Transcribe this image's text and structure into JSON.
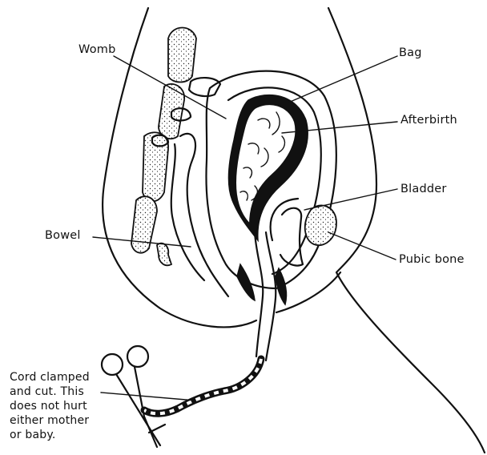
{
  "labels": {
    "womb": "Womb",
    "bag": "Bag",
    "afterbirth": "Afterbirth",
    "bladder": "Bladder",
    "bowel": "Bowel",
    "pubic_bone": "Pubic bone",
    "cord": "Cord clamped\nand cut. This\ndoes not hurt\neither mother\nor baby."
  },
  "colors": {
    "ink": "#111111",
    "background": "#ffffff"
  }
}
